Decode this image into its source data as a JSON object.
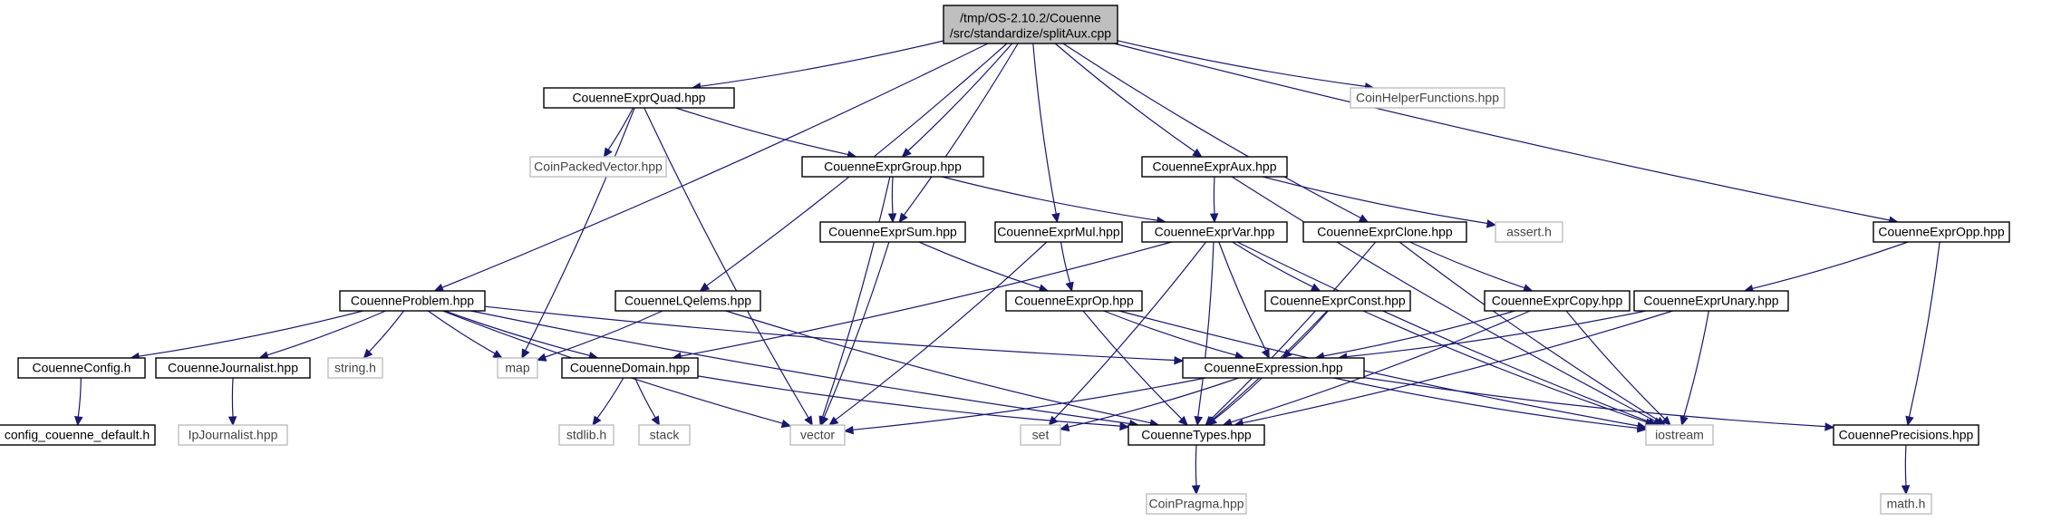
{
  "root": {
    "id": "root",
    "lines": [
      "/tmp/OS-2.10.2/Couenne",
      "/src/standardize/splitAux.cpp"
    ]
  },
  "nodes": [
    {
      "id": "CouenneExprQuad",
      "label": "CouenneExprQuad.hpp",
      "kind": "internal"
    },
    {
      "id": "CoinHelperFunctions",
      "label": "CoinHelperFunctions.hpp",
      "kind": "external"
    },
    {
      "id": "CoinPackedVector",
      "label": "CoinPackedVector.hpp",
      "kind": "external"
    },
    {
      "id": "CouenneExprGroup",
      "label": "CouenneExprGroup.hpp",
      "kind": "internal"
    },
    {
      "id": "CouenneExprAux",
      "label": "CouenneExprAux.hpp",
      "kind": "internal"
    },
    {
      "id": "CouenneExprSum",
      "label": "CouenneExprSum.hpp",
      "kind": "internal"
    },
    {
      "id": "CouenneExprMul",
      "label": "CouenneExprMul.hpp",
      "kind": "internal"
    },
    {
      "id": "CouenneExprVar",
      "label": "CouenneExprVar.hpp",
      "kind": "internal"
    },
    {
      "id": "CouenneExprClone",
      "label": "CouenneExprClone.hpp",
      "kind": "internal"
    },
    {
      "id": "assert",
      "label": "assert.h",
      "kind": "external"
    },
    {
      "id": "CouenneExprOpp",
      "label": "CouenneExprOpp.hpp",
      "kind": "internal"
    },
    {
      "id": "CouenneProblem",
      "label": "CouenneProblem.hpp",
      "kind": "internal"
    },
    {
      "id": "CouenneLQelems",
      "label": "CouenneLQelems.hpp",
      "kind": "internal"
    },
    {
      "id": "CouenneExprOp",
      "label": "CouenneExprOp.hpp",
      "kind": "internal"
    },
    {
      "id": "CouenneExprConst",
      "label": "CouenneExprConst.hpp",
      "kind": "internal"
    },
    {
      "id": "CouenneExprCopy",
      "label": "CouenneExprCopy.hpp",
      "kind": "internal"
    },
    {
      "id": "CouenneExprUnary",
      "label": "CouenneExprUnary.hpp",
      "kind": "internal"
    },
    {
      "id": "CouenneConfig",
      "label": "CouenneConfig.h",
      "kind": "internal"
    },
    {
      "id": "CouenneJournalist",
      "label": "CouenneJournalist.hpp",
      "kind": "internal"
    },
    {
      "id": "string",
      "label": "string.h",
      "kind": "external"
    },
    {
      "id": "map",
      "label": "map",
      "kind": "external"
    },
    {
      "id": "CouenneDomain",
      "label": "CouenneDomain.hpp",
      "kind": "internal"
    },
    {
      "id": "CouenneExpression",
      "label": "CouenneExpression.hpp",
      "kind": "internal"
    },
    {
      "id": "config_couenne_default",
      "label": "config_couenne_default.h",
      "kind": "internal"
    },
    {
      "id": "IpJournalist",
      "label": "IpJournalist.hpp",
      "kind": "external"
    },
    {
      "id": "stdlib",
      "label": "stdlib.h",
      "kind": "external"
    },
    {
      "id": "stack",
      "label": "stack",
      "kind": "external"
    },
    {
      "id": "vector",
      "label": "vector",
      "kind": "external"
    },
    {
      "id": "set",
      "label": "set",
      "kind": "external"
    },
    {
      "id": "CouenneTypes",
      "label": "CouenneTypes.hpp",
      "kind": "internal"
    },
    {
      "id": "iostream",
      "label": "iostream",
      "kind": "external"
    },
    {
      "id": "CouennePrecisions",
      "label": "CouennePrecisions.hpp",
      "kind": "internal"
    },
    {
      "id": "CoinPragma",
      "label": "CoinPragma.hpp",
      "kind": "external"
    },
    {
      "id": "math",
      "label": "math.h",
      "kind": "external"
    }
  ],
  "edges": [
    [
      "root",
      "CouenneExprQuad"
    ],
    [
      "root",
      "CoinHelperFunctions"
    ],
    [
      "root",
      "CouenneExprGroup"
    ],
    [
      "root",
      "CouenneExprAux"
    ],
    [
      "root",
      "CouenneExprSum"
    ],
    [
      "root",
      "CouenneExprMul"
    ],
    [
      "root",
      "CouenneExprClone"
    ],
    [
      "root",
      "CouenneExprOpp"
    ],
    [
      "root",
      "CouenneProblem"
    ],
    [
      "root",
      "CouenneLQelems"
    ],
    [
      "CouenneExprQuad",
      "CoinPackedVector"
    ],
    [
      "CouenneExprQuad",
      "CouenneExprGroup"
    ],
    [
      "CouenneExprQuad",
      "map"
    ],
    [
      "CouenneExprQuad",
      "vector"
    ],
    [
      "CouenneExprGroup",
      "CouenneExprSum"
    ],
    [
      "CouenneExprGroup",
      "CouenneExprVar"
    ],
    [
      "CouenneExprGroup",
      "vector"
    ],
    [
      "CouenneExprAux",
      "CouenneExprVar"
    ],
    [
      "CouenneExprAux",
      "assert"
    ],
    [
      "CouenneExprAux",
      "iostream"
    ],
    [
      "CouenneExprSum",
      "CouenneExprOp"
    ],
    [
      "CouenneExprSum",
      "vector"
    ],
    [
      "CouenneExprMul",
      "CouenneExprOp"
    ],
    [
      "CouenneExprMul",
      "vector"
    ],
    [
      "CouenneExprVar",
      "CouenneExprConst"
    ],
    [
      "CouenneExprVar",
      "CouenneExpression"
    ],
    [
      "CouenneExprVar",
      "CouenneTypes"
    ],
    [
      "CouenneExprVar",
      "CouenneDomain"
    ],
    [
      "CouenneExprVar",
      "set"
    ],
    [
      "CouenneExprVar",
      "iostream"
    ],
    [
      "CouenneExprClone",
      "CouenneExprCopy"
    ],
    [
      "CouenneExprClone",
      "CouenneTypes"
    ],
    [
      "CouenneExprClone",
      "iostream"
    ],
    [
      "CouenneExprOpp",
      "CouenneExprUnary"
    ],
    [
      "CouenneExprOpp",
      "CouennePrecisions"
    ],
    [
      "CouenneProblem",
      "CouenneConfig"
    ],
    [
      "CouenneProblem",
      "CouenneJournalist"
    ],
    [
      "CouenneProblem",
      "string"
    ],
    [
      "CouenneProblem",
      "map"
    ],
    [
      "CouenneProblem",
      "CouenneDomain"
    ],
    [
      "CouenneProblem",
      "CouenneExpression"
    ],
    [
      "CouenneProblem",
      "vector"
    ],
    [
      "CouenneProblem",
      "CouenneTypes"
    ],
    [
      "CouenneLQelems",
      "map"
    ],
    [
      "CouenneLQelems",
      "CouenneTypes"
    ],
    [
      "CouenneExprOp",
      "CouenneExpression"
    ],
    [
      "CouenneExprOp",
      "CouenneTypes"
    ],
    [
      "CouenneExprOp",
      "iostream"
    ],
    [
      "CouenneExprConst",
      "CouenneExpression"
    ],
    [
      "CouenneExprConst",
      "CouenneTypes"
    ],
    [
      "CouenneExprConst",
      "iostream"
    ],
    [
      "CouenneExprCopy",
      "CouenneExpression"
    ],
    [
      "CouenneExprCopy",
      "CouenneTypes"
    ],
    [
      "CouenneExprCopy",
      "iostream"
    ],
    [
      "CouenneExprUnary",
      "CouenneExpression"
    ],
    [
      "CouenneExprUnary",
      "CouenneTypes"
    ],
    [
      "CouenneExprUnary",
      "iostream"
    ],
    [
      "CouenneConfig",
      "config_couenne_default"
    ],
    [
      "CouenneJournalist",
      "IpJournalist"
    ],
    [
      "CouenneDomain",
      "stdlib"
    ],
    [
      "CouenneDomain",
      "stack"
    ],
    [
      "CouenneDomain",
      "CouenneTypes"
    ],
    [
      "CouenneExpression",
      "vector"
    ],
    [
      "CouenneExpression",
      "set"
    ],
    [
      "CouenneExpression",
      "CouenneTypes"
    ],
    [
      "CouenneExpression",
      "iostream"
    ],
    [
      "CouenneExpression",
      "CouennePrecisions"
    ],
    [
      "CouenneTypes",
      "CoinPragma"
    ],
    [
      "CouennePrecisions",
      "math"
    ]
  ],
  "colors": {
    "edge": "#191970",
    "root_fill": "#bfbfbf",
    "internal_border": "#000000",
    "external_border": "#bfbfbf",
    "node_fill": "#ffffff"
  }
}
